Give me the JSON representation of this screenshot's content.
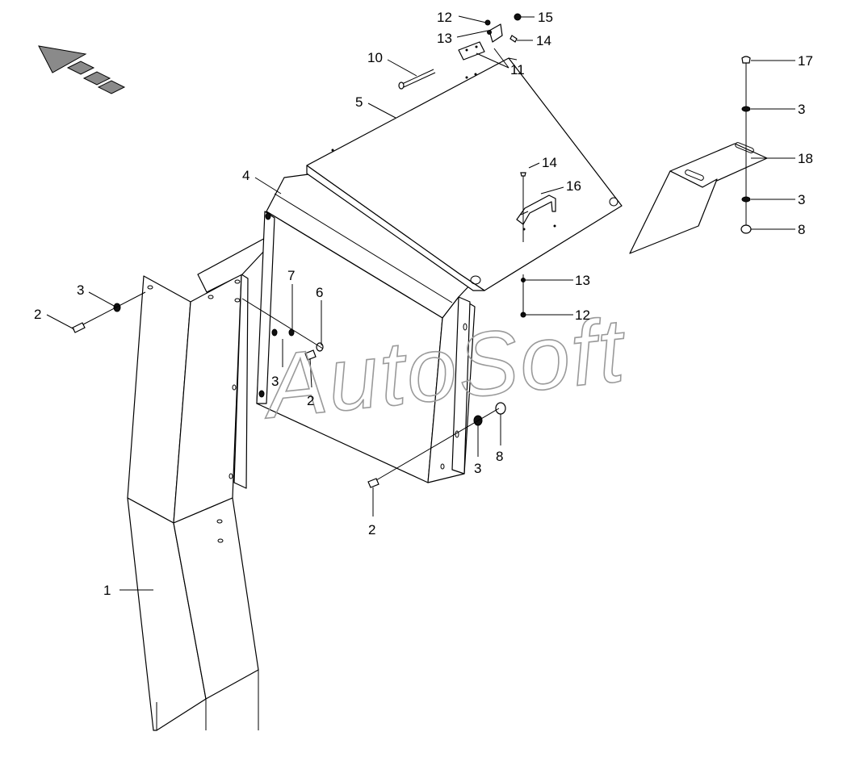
{
  "watermark": "AutoSoft",
  "colors": {
    "line": "#000000",
    "background": "#ffffff",
    "watermark": "#9a9a9a",
    "arrow_fill": "#888888"
  },
  "direction_arrow": {
    "icon": "front-direction-arrow-icon"
  },
  "callouts": [
    "1",
    "2",
    "2",
    "2",
    "3",
    "3",
    "3",
    "3",
    "3",
    "4",
    "5",
    "6",
    "7",
    "8",
    "8",
    "10",
    "11",
    "12",
    "12",
    "13",
    "13",
    "14",
    "14",
    "15",
    "16",
    "17",
    "18"
  ]
}
